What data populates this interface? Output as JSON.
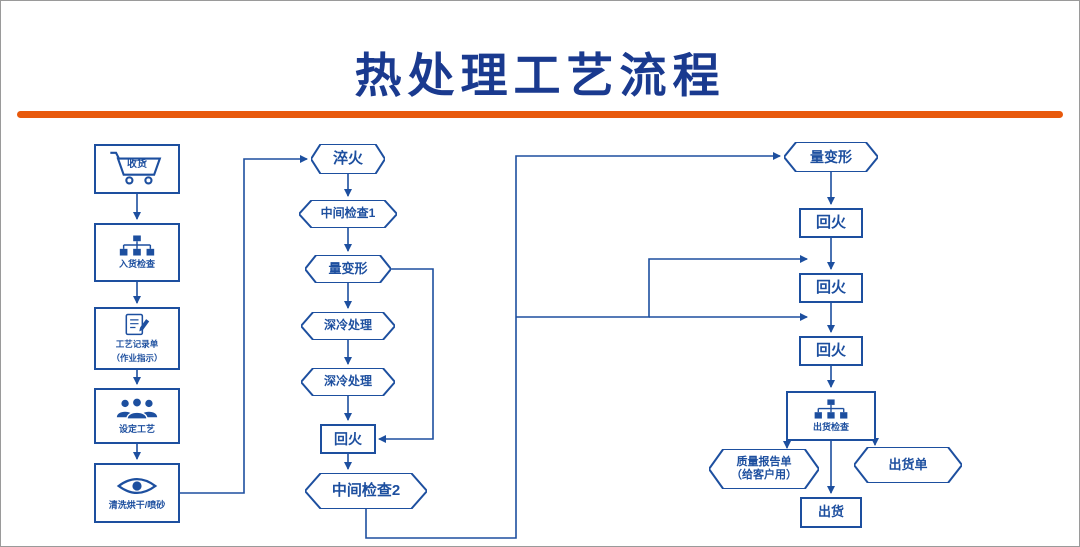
{
  "header": {
    "title": "热处理工艺流程"
  },
  "colors": {
    "primary_blue": "#1d4f9f",
    "title_blue": "#1a3a8f",
    "divider_orange": "#e8590c"
  },
  "left_column": [
    {
      "icon": "cart-icon",
      "label": "收货"
    },
    {
      "icon": "org-chart-icon",
      "label": "入货检查"
    },
    {
      "icon": "document-icon",
      "label": "工艺记录单",
      "sublabel": "（作业指示）"
    },
    {
      "icon": "people-icon",
      "label": "设定工艺"
    },
    {
      "icon": "eye-icon",
      "label": "清洗烘干/喷砂"
    }
  ],
  "middle_column": [
    {
      "shape": "hexagon",
      "label": "淬火"
    },
    {
      "shape": "hexagon",
      "label": "中间检查1"
    },
    {
      "shape": "hexagon",
      "label": "量变形"
    },
    {
      "shape": "hexagon",
      "label": "深冷处理"
    },
    {
      "shape": "hexagon",
      "label": "深冷处理"
    },
    {
      "shape": "rect",
      "label": "回火"
    },
    {
      "shape": "hexagon",
      "label": "中间检查2"
    }
  ],
  "right_column": [
    {
      "shape": "hexagon",
      "label": "量变形"
    },
    {
      "shape": "rect",
      "label": "回火"
    },
    {
      "shape": "rect",
      "label": "回火"
    },
    {
      "shape": "rect",
      "label": "回火"
    },
    {
      "shape": "icon-box",
      "icon": "org-chart-icon",
      "label": "出货检查"
    },
    {
      "shape": "hexagon",
      "label": "质量报告单",
      "sublabel": "（给客户用）"
    },
    {
      "shape": "hexagon",
      "label": "出货单"
    },
    {
      "shape": "rect",
      "label": "出货"
    }
  ]
}
